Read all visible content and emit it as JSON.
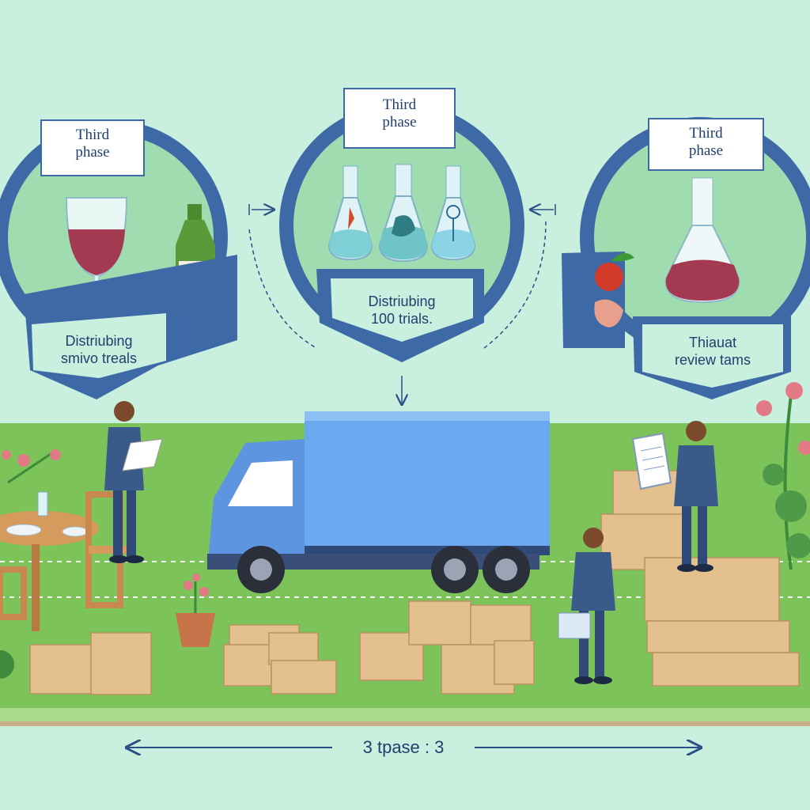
{
  "panels": [
    {
      "phase_line1": "Third",
      "phase_line2": "phase",
      "caption_line1": "Distriubing",
      "caption_line2": "smivo treals"
    },
    {
      "phase_line1": "Third",
      "phase_line2": "phase",
      "caption_line1": "Distriubing",
      "caption_line2": "100 trials."
    },
    {
      "phase_line1": "Third",
      "phase_line2": "phase",
      "caption_line1": "Thiauat",
      "caption_line2": "review tams"
    }
  ],
  "footer": {
    "label": "3 tpase : 3"
  },
  "colors": {
    "background": "#c9f0df",
    "ring": "#3d6aa6",
    "ring_inner": "#9fdcb0",
    "banner": "#3d6aa6",
    "grass": "#7cc35a",
    "truck": "#6aa8ef",
    "box": "#e3c08e",
    "wine": "#a43a52"
  },
  "icons": [
    "wine-glass-icon",
    "wine-bottle-icon",
    "flask-icon",
    "apple-icon",
    "plant-icon",
    "truck-icon",
    "box-icon",
    "person-icon",
    "clipboard-icon",
    "briefcase-icon"
  ]
}
